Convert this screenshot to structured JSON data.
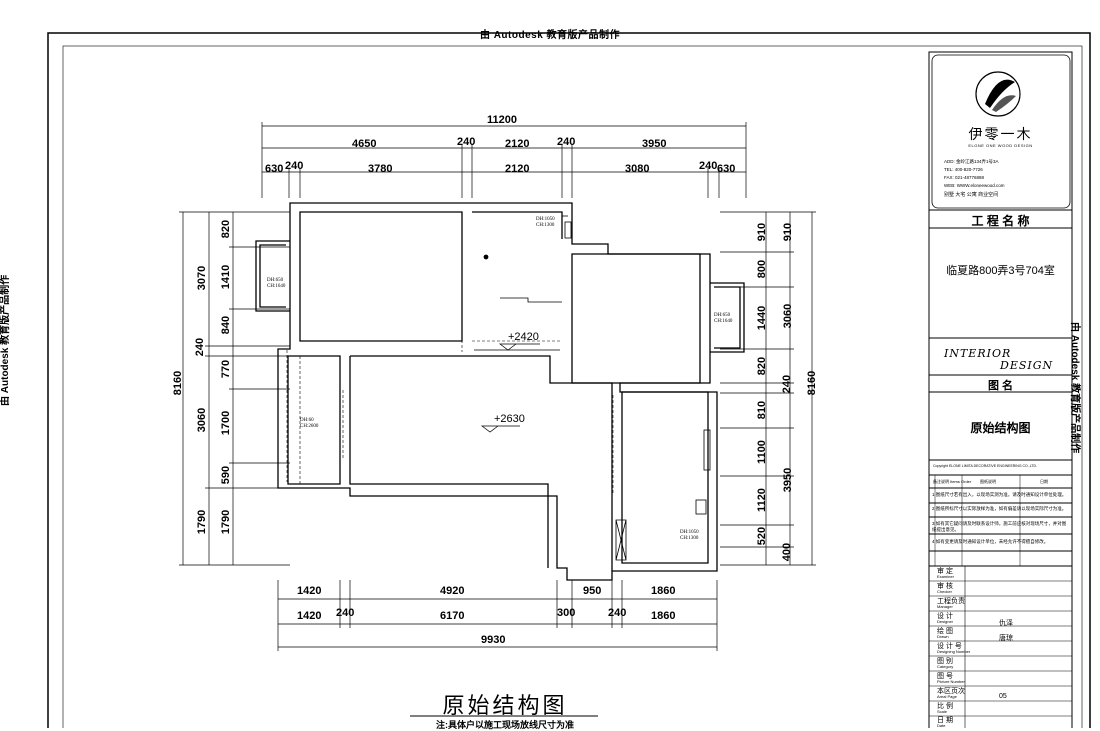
{
  "watermark": "由 Autodesk 教育版产品制作",
  "dims_top": {
    "overall": "11200",
    "row2": [
      "4650",
      "240",
      "2120",
      "240",
      "3950"
    ],
    "row3": [
      "630",
      "240",
      "3780",
      "2120",
      "3080",
      "240",
      "630"
    ]
  },
  "dims_bottom": {
    "row1": [
      "1420",
      "4920",
      "950",
      "1860"
    ],
    "row2": [
      "1420",
      "240",
      "6170",
      "300",
      "240",
      "1860"
    ],
    "overall": "9930"
  },
  "dims_left": {
    "overall": "8160",
    "outer": [
      "3070",
      "240",
      "3060",
      "1790"
    ],
    "inner": [
      "820",
      "1410",
      "840",
      "770",
      "1700",
      "590",
      "1790"
    ]
  },
  "dims_right": {
    "overall": "8160",
    "outer": [
      "910",
      "3060",
      "240",
      "3950",
      "400"
    ],
    "inner": [
      "910",
      "800",
      "1440",
      "820",
      "810",
      "1100",
      "1120",
      "520"
    ]
  },
  "openings": [
    {
      "l1": "DH:1050",
      "l2": "CH:1300"
    },
    {
      "l1": "DH:650",
      "l2": "CH:1640"
    },
    {
      "l1": "DH:650",
      "l2": "CH:1640"
    },
    {
      "l1": "DH:60",
      "l2": "CH:2600"
    },
    {
      "l1": "DH:1050",
      "l2": "CH:1300"
    }
  ],
  "levels": [
    "+2420",
    "+2630"
  ],
  "drawing_title": "原始结构图",
  "drawing_note": "注:具体户以施工现场放线尺寸为准",
  "title_block": {
    "company": "伊零一木",
    "company_en": "ELONE ONE WOOD DESIGN",
    "contact": [
      "ADD: 金岭江路134弄1号3A",
      "TEL: 400-820-7726",
      "FAX: 021-48776888",
      "WEB: WWW.eloneewood.com"
    ],
    "services": "别墅  大宅  公寓  商业空间",
    "project_label": "工 程 名 称",
    "project_name": "临夏路800弄3号704室",
    "design_line1": "INTERIOR",
    "design_line2": "DESIGN",
    "drawing_name_label": "图    名",
    "drawing_name": "原始结构图",
    "copyright": "Copyright  ELONE LIMITA DECORATIVE ENGINEERING CO.,LTD.",
    "notes_header": [
      "备注说明  Items Order",
      "图纸说明",
      "日期"
    ],
    "notes": [
      "1  图纸尺寸若有出入，以现场实测为准，请及时通知设计单位处理。",
      "2  图纸所标尺寸以实际放样为准，如有偏差请以现场实际尺寸为准。",
      "3  如有其它疑问请及时联系设计师，施工前应核对现场尺寸，并对图纸提出意见。",
      "4  如有变更请及时通知设计单位，未经允许不得擅自修改。"
    ],
    "rows": [
      {
        "cn": "审    定",
        "en": "Examiner",
        "val": ""
      },
      {
        "cn": "审    核",
        "en": "Checker",
        "val": ""
      },
      {
        "cn": "工程负责",
        "en": "Manager",
        "val": ""
      },
      {
        "cn": "设    计",
        "en": "Designer",
        "val": "仇泽"
      },
      {
        "cn": "绘    图",
        "en": "Drawn",
        "val": "唐琼"
      },
      {
        "cn": "设 计 号",
        "en": "Designing Number",
        "val": ""
      },
      {
        "cn": "图    别",
        "en": "Category",
        "val": ""
      },
      {
        "cn": "图    号",
        "en": "Picture Number",
        "val": ""
      },
      {
        "cn": "本区页次",
        "en": "Areal Page",
        "val": "05"
      },
      {
        "cn": "比    例",
        "en": "Scale",
        "val": ""
      },
      {
        "cn": "日    期",
        "en": "Date",
        "val": ""
      }
    ]
  }
}
